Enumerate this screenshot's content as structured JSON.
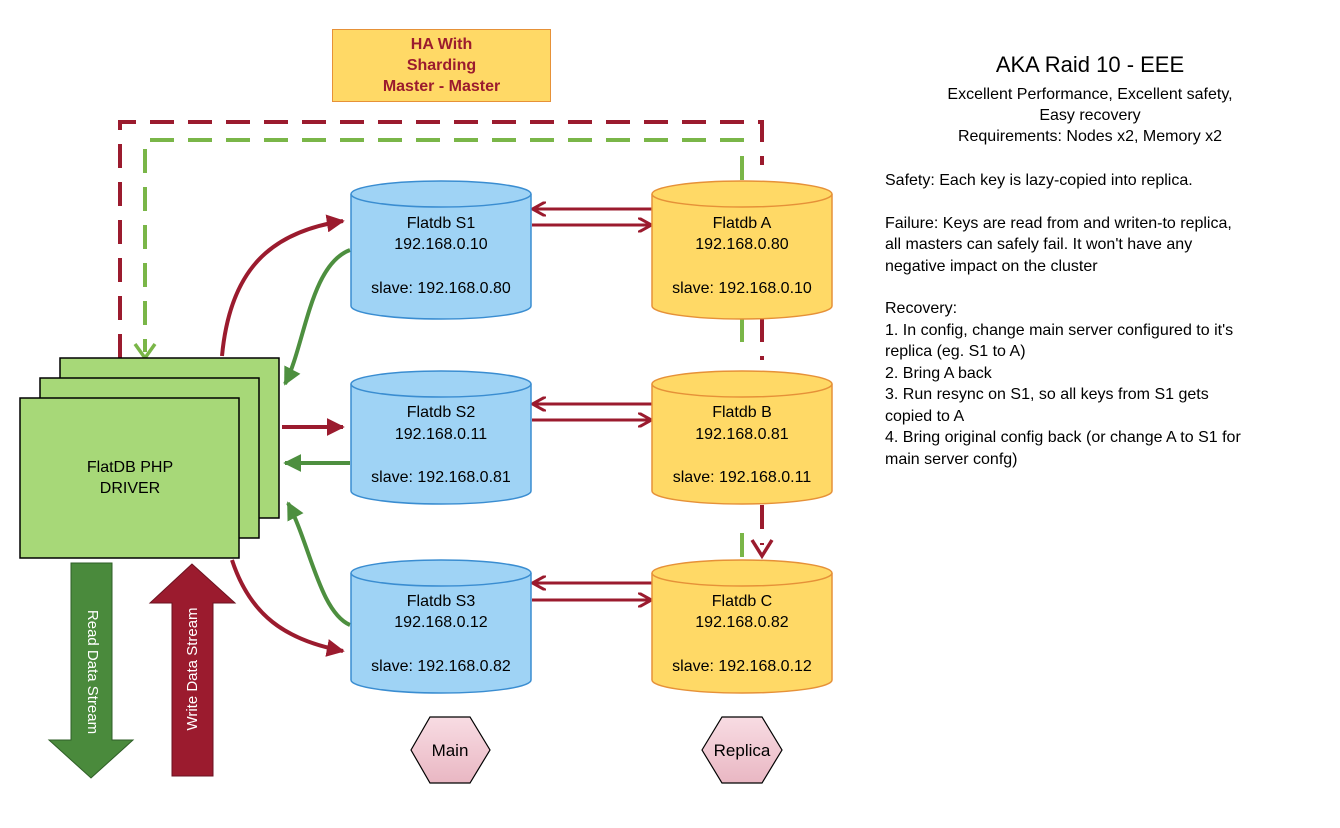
{
  "header": {
    "line1": "HA With",
    "line2": "Sharding",
    "line3": "Master - Master"
  },
  "info": {
    "title": "AKA Raid 10 - EEE",
    "sub1": "Excellent Performance, Excellent safety,",
    "sub2": "Easy recovery",
    "sub3": "Requirements: Nodes x2, Memory x2",
    "safety": "Safety: Each key is lazy-copied into replica.",
    "failure1": "Failure: Keys are read from and writen-to replica,",
    "failure2": "all masters can safely fail. It won't have any",
    "failure3": "negative impact on the cluster",
    "recovery_title": "Recovery:",
    "recovery": [
      "1. In config, change main server configured to it's",
      "replica (eg. S1 to A)",
      "2. Bring A back",
      "3. Run resync on S1, so all keys from S1 gets",
      "copied to A",
      "4. Bring original config back (or change A to S1 for",
      "main server confg)"
    ]
  },
  "driver": {
    "line1": "FlatDB PHP",
    "line2": "DRIVER"
  },
  "main_nodes": [
    {
      "name": "Flatdb S1",
      "ip": "192.168.0.10",
      "slave": "slave: 192.168.0.80"
    },
    {
      "name": "Flatdb S2",
      "ip": "192.168.0.11",
      "slave": "slave: 192.168.0.81"
    },
    {
      "name": "Flatdb S3",
      "ip": "192.168.0.12",
      "slave": "slave: 192.168.0.82"
    }
  ],
  "replica_nodes": [
    {
      "name": "Flatdb A",
      "ip": "192.168.0.80",
      "slave": "slave: 192.168.0.10"
    },
    {
      "name": "Flatdb B",
      "ip": "192.168.0.81",
      "slave": "slave: 192.168.0.11"
    },
    {
      "name": "Flatdb C",
      "ip": "192.168.0.82",
      "slave": "slave: 192.168.0.12"
    }
  ],
  "streams": {
    "read": "Read Data Stream",
    "write": "Write Data Stream"
  },
  "legend": {
    "main": "Main",
    "replica": "Replica"
  },
  "colors": {
    "main_fill": "#9fd3f5",
    "main_stroke": "#3a8dd1",
    "replica_fill": "#ffd966",
    "replica_stroke": "#e69138",
    "driver_fill": "#a7d878",
    "red": "#9b1b2e",
    "green": "#4d8f3f",
    "light_green": "#7ab648",
    "hex_fill": "#f0c4cf"
  }
}
